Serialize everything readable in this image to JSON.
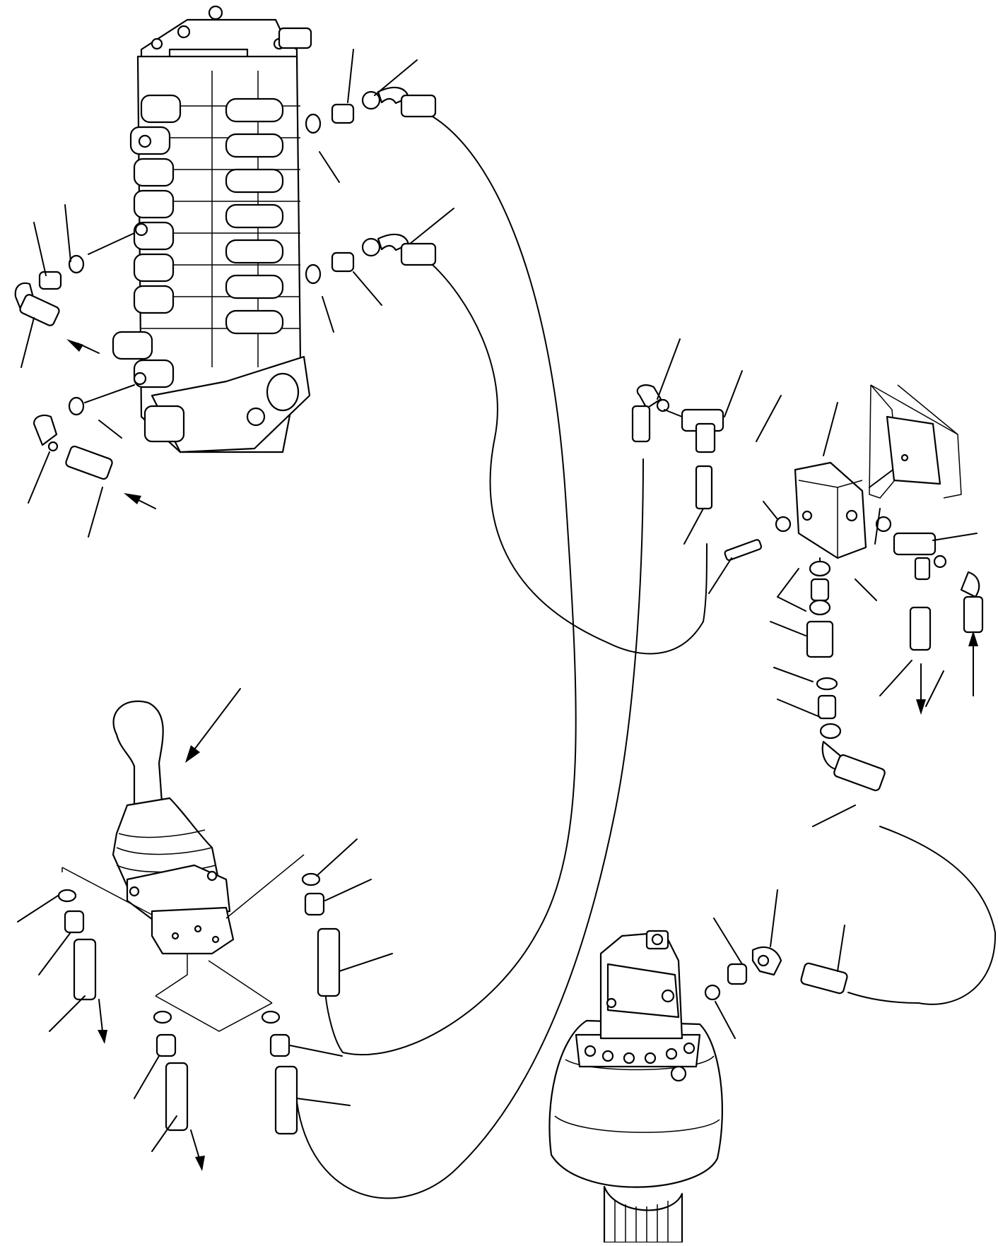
{
  "diagram": {
    "components": [
      {
        "id": "control-valve",
        "icon": "control-valve-icon"
      },
      {
        "id": "pilot-control-lever",
        "icon": "joystick-icon"
      },
      {
        "id": "junction-block",
        "icon": "block-icon"
      },
      {
        "id": "mounting-bracket",
        "icon": "bracket-icon"
      },
      {
        "id": "swing-motor",
        "icon": "swing-motor-icon"
      }
    ],
    "flow_arrows": [
      {
        "id": "valve-in-upper",
        "direction": "in"
      },
      {
        "id": "valve-in-lower",
        "direction": "in"
      },
      {
        "id": "lever-out-left",
        "direction": "out"
      },
      {
        "id": "lever-out-center",
        "direction": "out"
      },
      {
        "id": "block-out",
        "direction": "out"
      },
      {
        "id": "block-in",
        "direction": "in"
      }
    ]
  }
}
